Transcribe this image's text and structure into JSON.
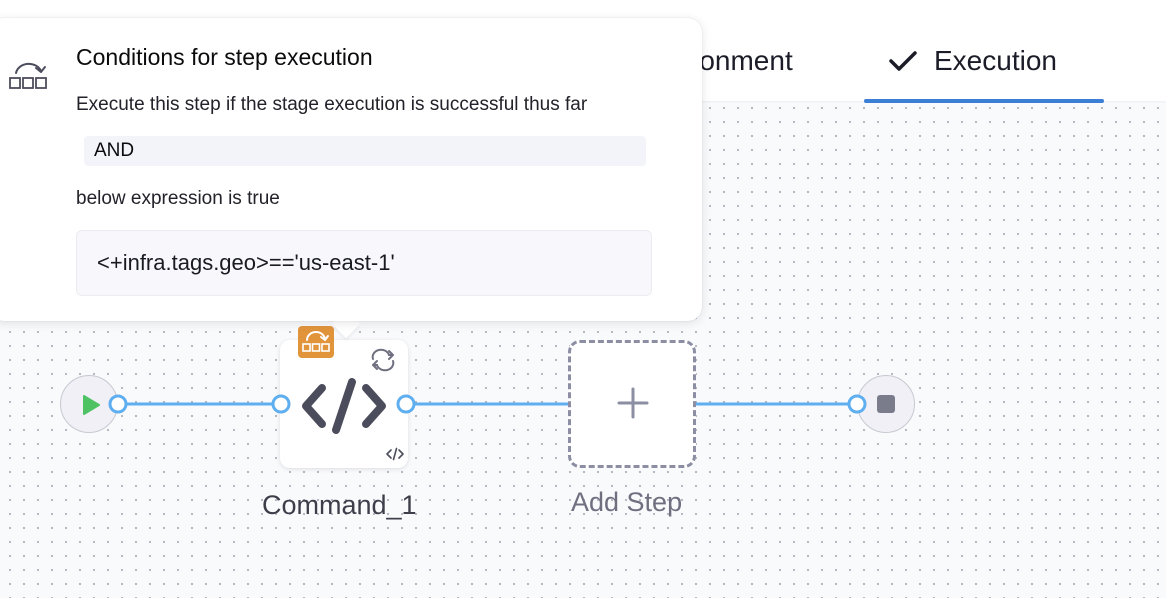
{
  "tabs": {
    "environment_partial": "ronment",
    "execution": "Execution"
  },
  "popover": {
    "title": "Conditions for step execution",
    "description": "Execute this step if the stage execution is successful thus far",
    "operator": "AND",
    "below_text": "below expression is true",
    "expression": "<+infra.tags.geo>=='us-east-1'"
  },
  "nodes": {
    "command": "Command_1",
    "add_step": "Add Step"
  },
  "colors": {
    "accent": "#3b7ed6",
    "connector": "#5eaef0",
    "condition_badge": "#e2943b",
    "start_play": "#4fc264"
  }
}
